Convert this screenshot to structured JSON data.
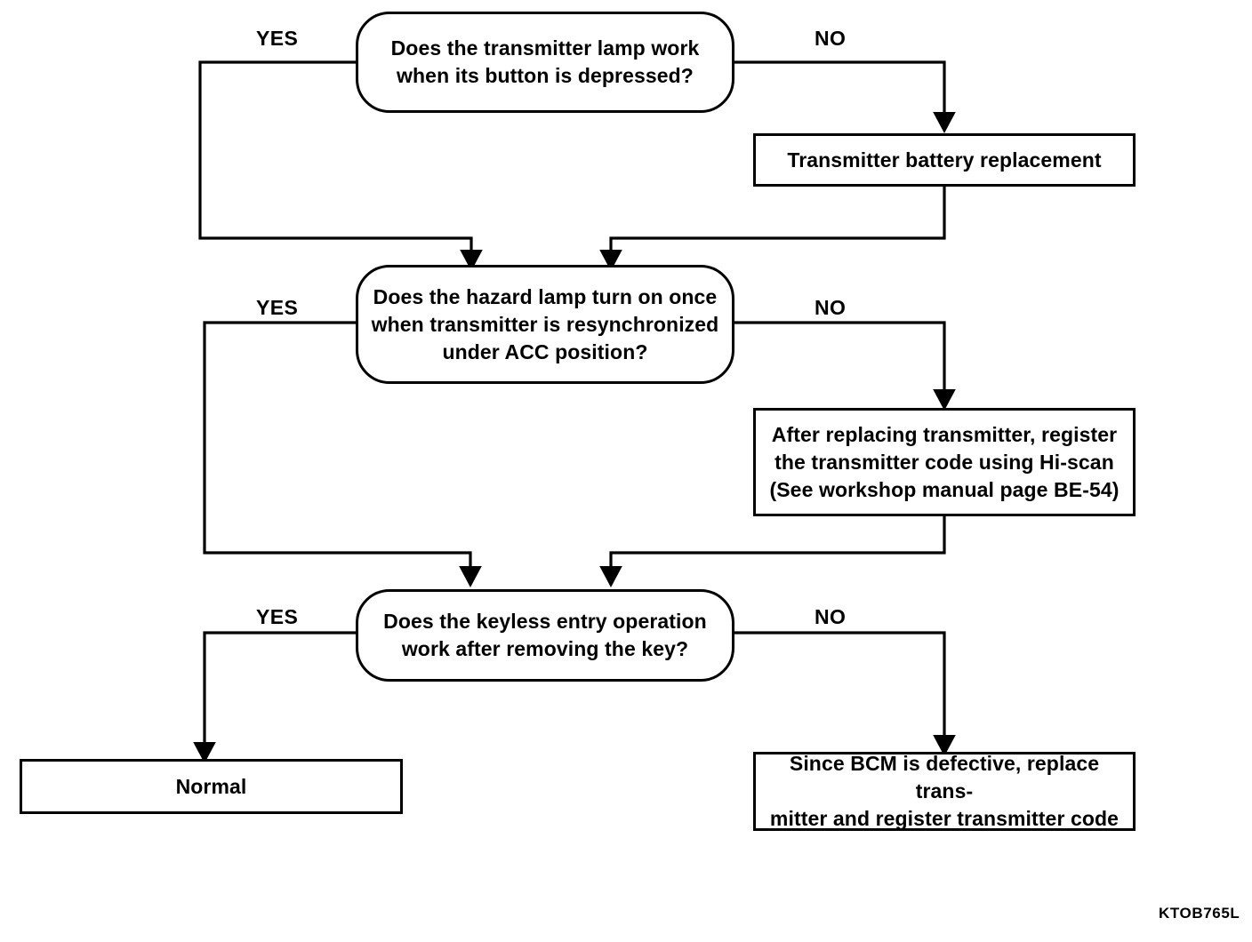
{
  "diagram": {
    "title": "Keyless entry / transmitter troubleshooting flowchart",
    "caption": "KTOB765L",
    "line_color": "#000000",
    "background_color": "#ffffff",
    "text_color": "#000000"
  },
  "nodes": {
    "decision_1": {
      "id": "decision-transmitter-lamp",
      "shape": "rounded-rectangle",
      "text": "Does the transmitter lamp work\nwhen its button is depressed?"
    },
    "decision_2": {
      "id": "decision-hazard-lamp",
      "shape": "rounded-rectangle",
      "text": "Does the hazard lamp turn on once\nwhen transmitter is resynchronized\nunder ACC position?"
    },
    "decision_3": {
      "id": "decision-keyless-entry",
      "shape": "rounded-rectangle",
      "text": "Does the keyless entry operation\nwork after removing the key?"
    },
    "process_1": {
      "id": "process-battery-replacement",
      "shape": "rectangle",
      "text": "Transmitter battery replacement"
    },
    "process_2": {
      "id": "process-register-code",
      "shape": "rectangle",
      "text": "After replacing transmitter, register\nthe transmitter code using Hi-scan\n(See workshop manual page BE-54)"
    },
    "process_3": {
      "id": "process-bcm-defective",
      "shape": "rectangle",
      "text": "Since BCM is defective, replace trans-\nmitter and register transmitter code"
    },
    "terminal_normal": {
      "id": "terminal-normal",
      "shape": "rectangle",
      "text": "Normal"
    }
  },
  "branch_labels": {
    "yes_1": "YES",
    "no_1": "NO",
    "yes_2": "YES",
    "no_2": "NO",
    "yes_3": "YES",
    "no_3": "NO"
  },
  "edges": [
    {
      "from": "decision_1",
      "to": "decision_2",
      "label": "YES",
      "side": "left"
    },
    {
      "from": "decision_1",
      "to": "process_1",
      "label": "NO",
      "side": "right"
    },
    {
      "from": "process_1",
      "to": "decision_2",
      "label": "",
      "side": "bottom"
    },
    {
      "from": "decision_2",
      "to": "decision_3",
      "label": "YES",
      "side": "left"
    },
    {
      "from": "decision_2",
      "to": "process_2",
      "label": "NO",
      "side": "right"
    },
    {
      "from": "process_2",
      "to": "decision_3",
      "label": "",
      "side": "bottom"
    },
    {
      "from": "decision_3",
      "to": "terminal_normal",
      "label": "YES",
      "side": "left"
    },
    {
      "from": "decision_3",
      "to": "process_3",
      "label": "NO",
      "side": "right"
    }
  ]
}
